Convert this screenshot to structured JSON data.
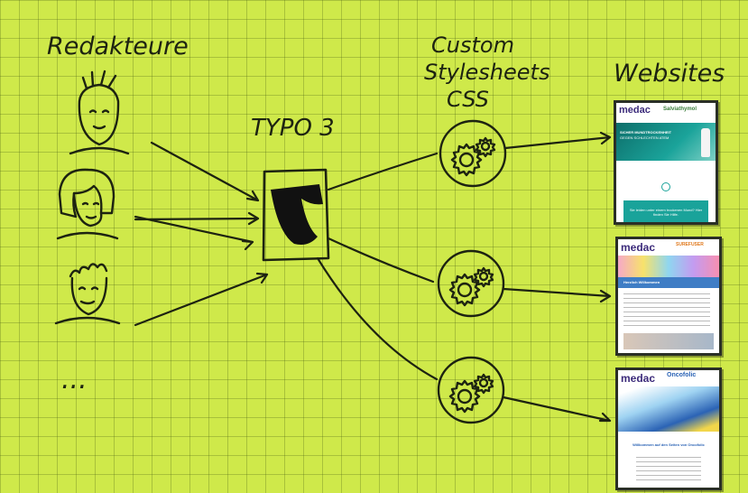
{
  "labels": {
    "editors": "Redakteure",
    "cms": "TYPO 3",
    "css_line1": "Custom",
    "css_line2": "Stylesheets",
    "css_line3": "CSS",
    "websites": "Websites",
    "more": "..."
  },
  "websites": [
    {
      "logo": "medac",
      "brand": "Salviathymol",
      "banner_line1": "SICHER MUNDTROCKENHEIT",
      "banner_line2": "GEGEN SCHLECHTEN ATEM",
      "footer_text": "Sie leiden unter einem trockenen Mund? Hier finden Sie Hilfe."
    },
    {
      "logo": "medac",
      "brand": "SUREFUSER",
      "heading": "Herzlich Willkommen"
    },
    {
      "logo": "medac",
      "brand": "Oncofolic",
      "heading": "Willkommen auf den Seiten von Oncofolic"
    }
  ],
  "colors": {
    "paper": "#cfe94a",
    "ink": "#1d2311",
    "medac_purple": "#3b2a7a",
    "salvia_teal": "#1aa39a",
    "surefuser_blue": "#3f7dc5",
    "oncofolic_blue": "#2b63b5"
  }
}
